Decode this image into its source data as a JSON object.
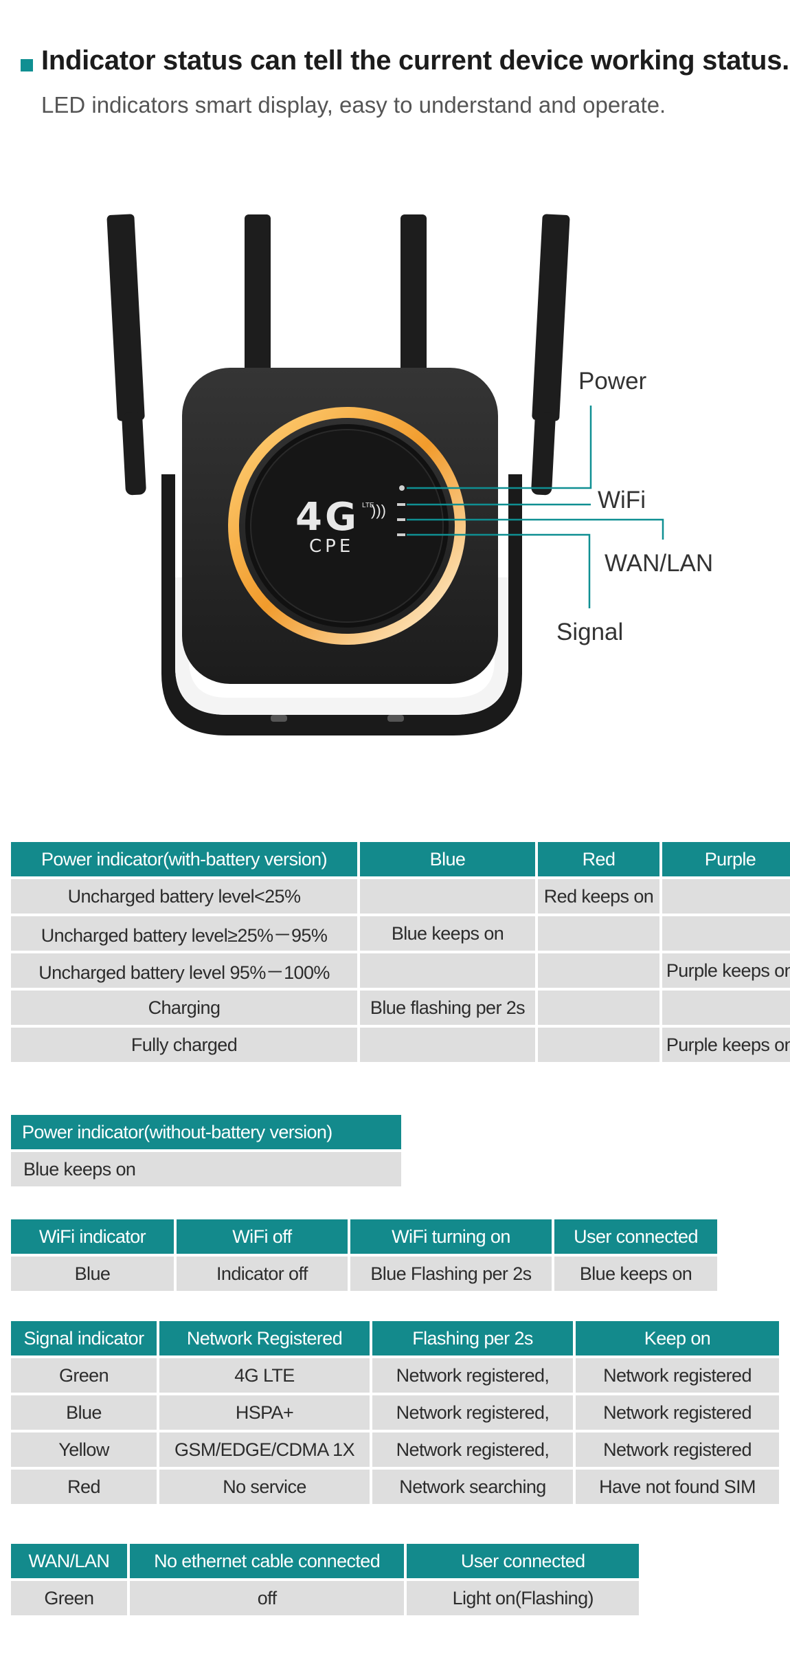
{
  "header": {
    "title": "Indicator status can tell the current device working status.",
    "subtitle": "LED indicators smart display, easy to understand and operate."
  },
  "device": {
    "logo_main": "4G",
    "logo_sub": "CPE",
    "logo_tag": "LTE",
    "callouts": {
      "power": "Power",
      "wifi": "WiFi",
      "wan_lan": "WAN/LAN",
      "signal": "Signal"
    },
    "colors": {
      "accent_ring": "#f2a43a",
      "body": "#2a2a2a",
      "teal": "#0f8f92"
    }
  },
  "tables": {
    "battery": {
      "headers": [
        "Power indicator(with-battery version)",
        "Blue",
        "Red",
        "Purple"
      ],
      "rows": [
        [
          "Uncharged battery level<25%",
          "",
          "Red keeps on",
          ""
        ],
        [
          "Uncharged battery level≥25%－95%",
          "Blue keeps on",
          "",
          ""
        ],
        [
          "Uncharged battery level 95%－100%",
          "",
          "",
          "Purple keeps on"
        ],
        [
          "Charging",
          "Blue flashing per 2s",
          "",
          ""
        ],
        [
          "Fully charged",
          "",
          "",
          "Purple keeps on"
        ]
      ]
    },
    "no_battery": {
      "header": "Power indicator(without-battery version)",
      "value": "Blue keeps on"
    },
    "wifi": {
      "headers": [
        "WiFi indicator",
        "WiFi off",
        "WiFi turning on",
        "User connected"
      ],
      "row": [
        "Blue",
        "Indicator off",
        "Blue Flashing per 2s",
        "Blue keeps on"
      ]
    },
    "signal": {
      "headers": [
        "Signal indicator",
        "Network Registered",
        "Flashing per 2s",
        "Keep on"
      ],
      "rows": [
        [
          "Green",
          "4G LTE",
          "Network registered,",
          "Network registered"
        ],
        [
          "Blue",
          "HSPA+",
          "Network registered,",
          "Network registered"
        ],
        [
          "Yellow",
          "GSM/EDGE/CDMA 1X",
          "Network registered,",
          "Network registered"
        ],
        [
          "Red",
          "No service",
          "Network searching",
          "Have not found SIM"
        ]
      ]
    },
    "wan": {
      "headers": [
        "WAN/LAN",
        "No ethernet cable connected",
        "User connected"
      ],
      "row": [
        "Green",
        "off",
        "Light on(Flashing)"
      ]
    }
  },
  "colors": {
    "header_bg": "#138a8c",
    "cell_bg": "#dedede"
  }
}
